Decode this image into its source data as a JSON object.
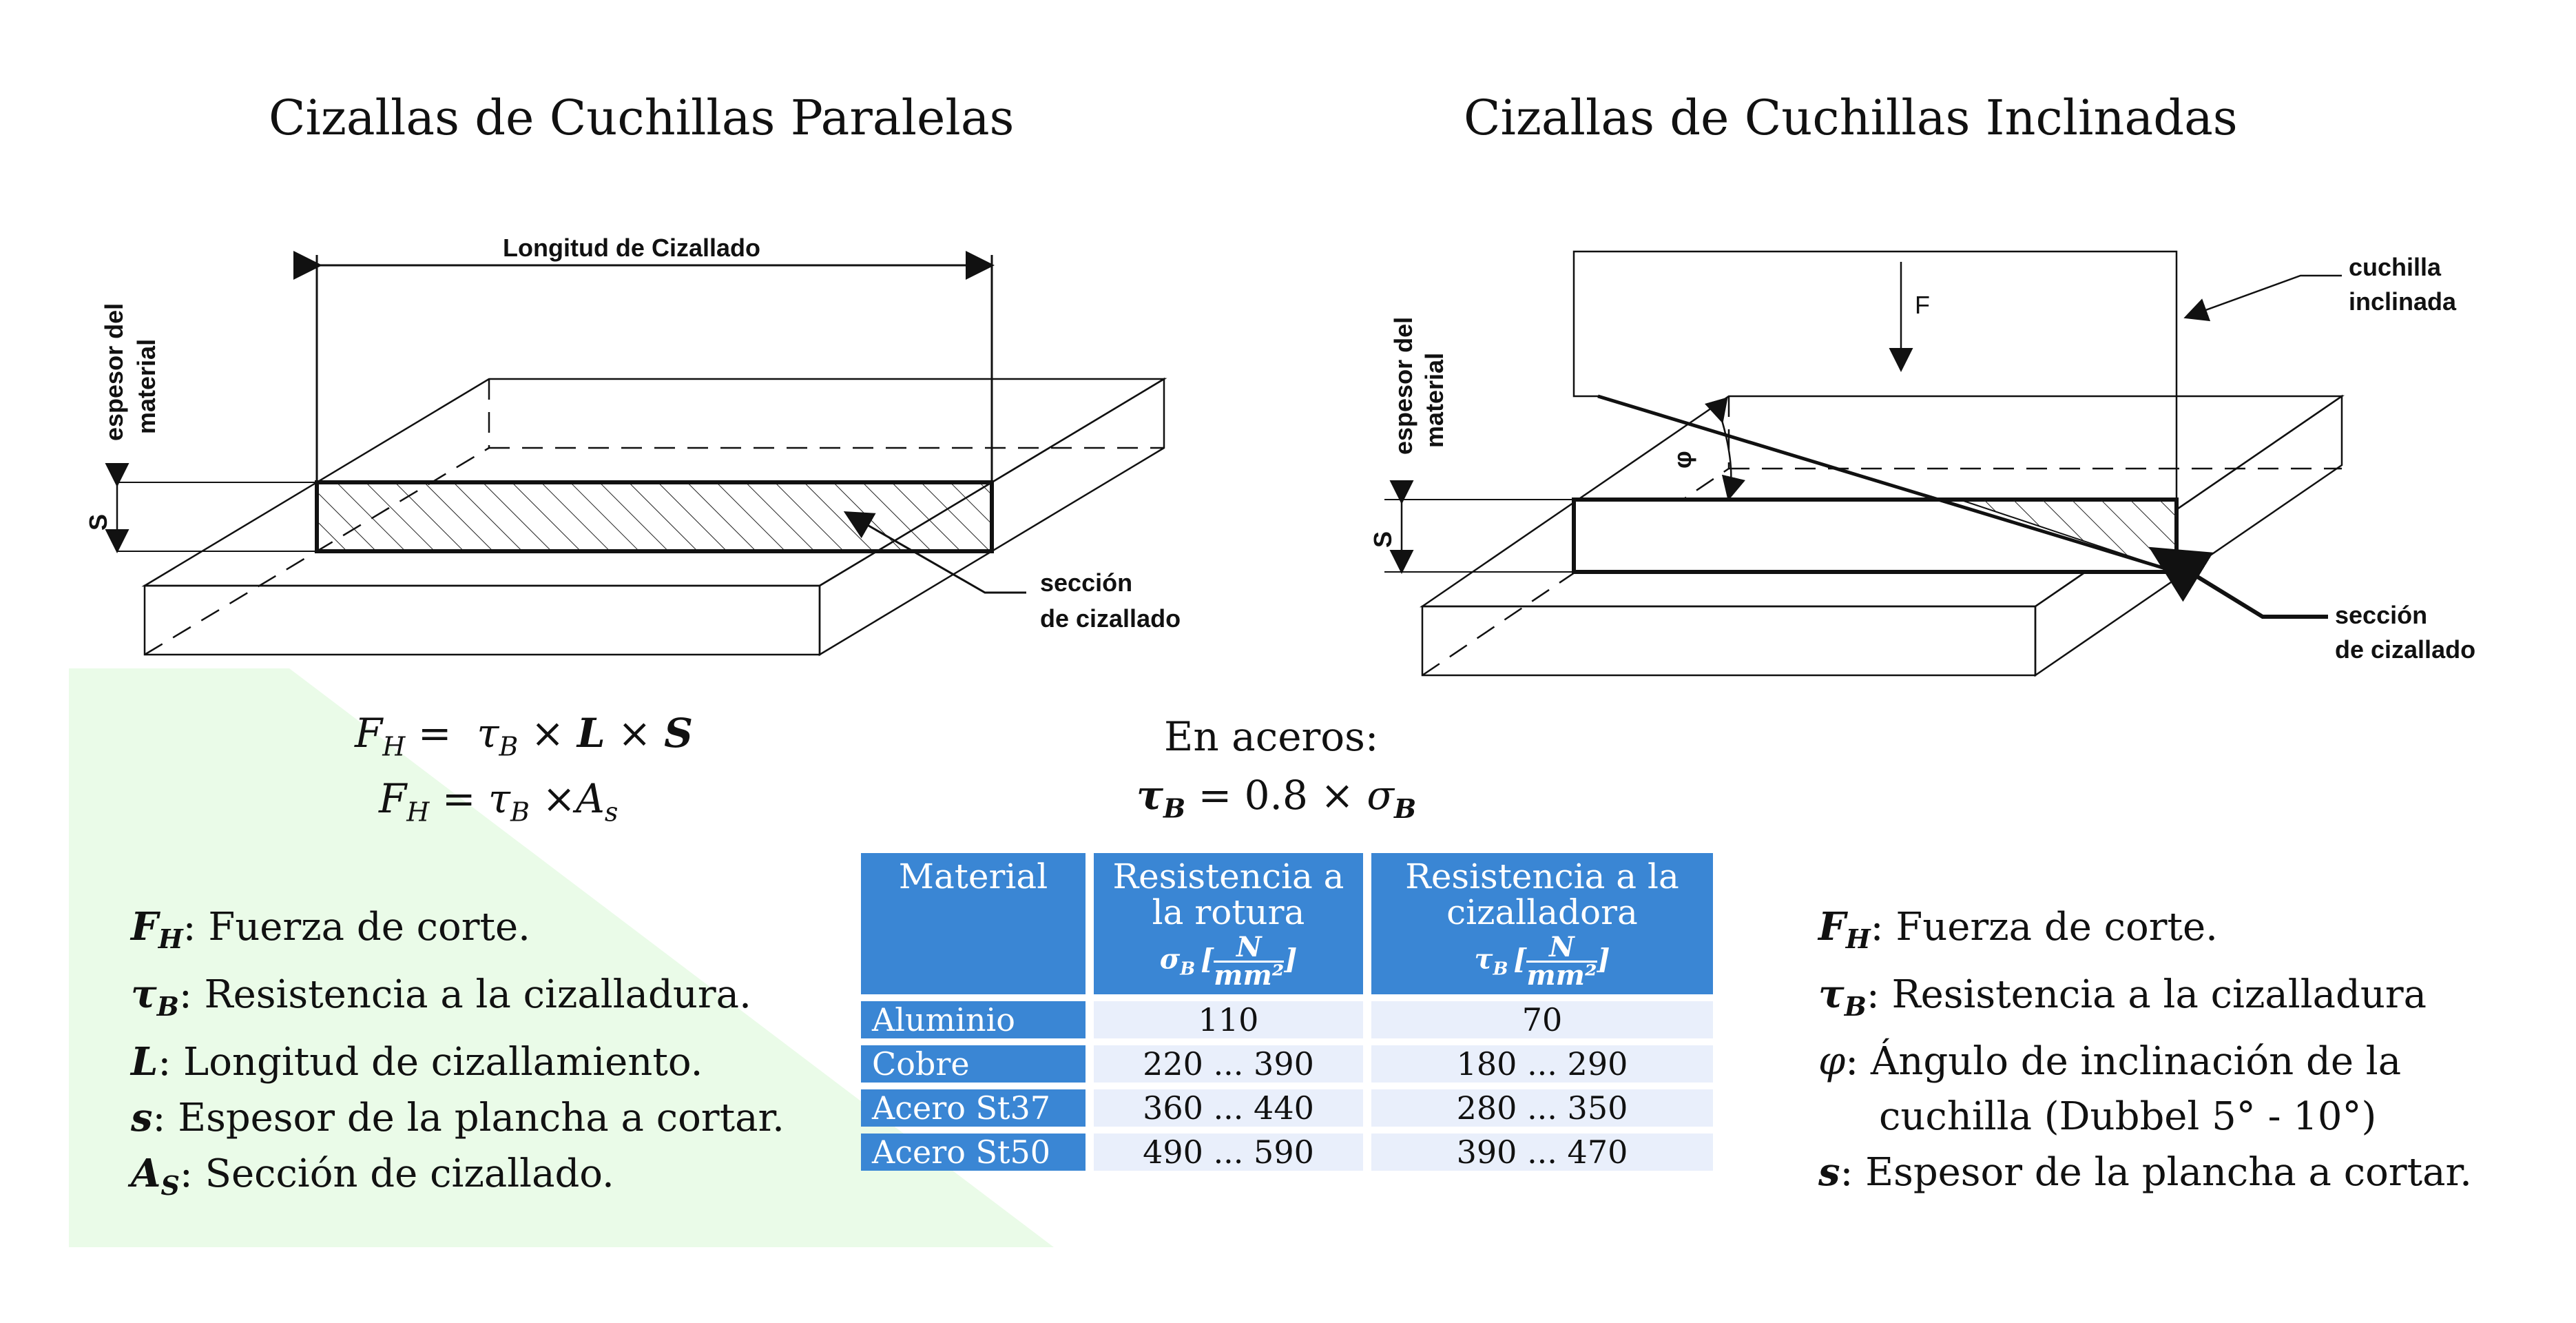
{
  "left": {
    "title": "Cizallas de Cuchillas Paralelas",
    "labels": {
      "longitud": "Longitud de Cizallado",
      "espesor_1": "espesor del",
      "espesor_2": "material",
      "s": "S",
      "seccion_1": "sección",
      "seccion_2": "de cizallado"
    },
    "formula_1": "F_H = τ_B × L × S",
    "formula_2": "F_H = τ_B × A_s",
    "legend": [
      {
        "sym": "F",
        "sub": "H",
        "text": ": Fuerza de corte."
      },
      {
        "sym": "τ",
        "sub": "B",
        "text": ": Resistencia  a la cizalladura."
      },
      {
        "sym": "L",
        "sub": "",
        "text": ": Longitud de cizallamiento."
      },
      {
        "sym": "s",
        "sub": "",
        "text": ": Espesor de la plancha a cortar."
      },
      {
        "sym": "A",
        "sub": "S",
        "text": ": Sección de cizallado."
      }
    ]
  },
  "center": {
    "en_aceros": "En aceros:",
    "formula": "τ_B = 0.8 × σ_B",
    "table": {
      "headers": [
        "Material",
        "Resistencia a la rotura",
        "Resistencia a la cizalladora"
      ],
      "header_units": [
        "",
        "σ_B [N/mm²]",
        "τ_B [N/mm²]"
      ],
      "rows": [
        [
          "Aluminio",
          "110",
          "70"
        ],
        [
          "Cobre",
          "220 ... 390",
          "180 ... 290"
        ],
        [
          "Acero St37",
          "360 ... 440",
          "280 ... 350"
        ],
        [
          "Acero St50",
          "490 ... 590",
          "390 ... 470"
        ]
      ]
    }
  },
  "right": {
    "title": "Cizallas de Cuchillas Inclinadas",
    "labels": {
      "cuchilla_1": "cuchilla",
      "cuchilla_2": "inclinada",
      "f": "F",
      "phi": "φ",
      "espesor_1": "espesor del",
      "espesor_2": "material",
      "s": "S",
      "seccion_1": "sección",
      "seccion_2": "de cizallado"
    },
    "legend": [
      {
        "sym": "F",
        "sub": "H",
        "text": ": Fuerza de corte."
      },
      {
        "sym": "τ",
        "sub": "B",
        "text": ": Resistencia  a la cizalladura"
      },
      {
        "sym": "φ",
        "sub": "",
        "text": ":  Ángulo de inclinación de la"
      },
      {
        "sym": "",
        "sub": "",
        "text": "cuchilla (Dubbel 5° - 10°)"
      },
      {
        "sym": "s",
        "sub": "",
        "text": ": Espesor de la plancha a cortar."
      }
    ]
  },
  "colors": {
    "table_header": "#3a86d4",
    "table_row": "#e9effb",
    "background_triangle": "#eafbe8"
  }
}
